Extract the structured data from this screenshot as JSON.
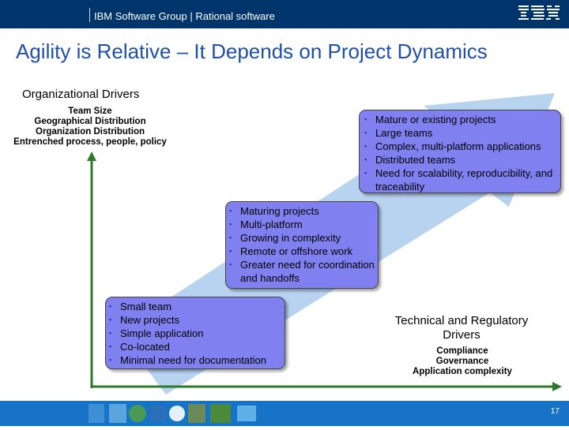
{
  "header": {
    "breadcrumb": "IBM Software Group | Rational software",
    "logo_text": "IBM"
  },
  "title": "Agility is Relative – It Depends on Project Dynamics",
  "org_drivers": {
    "heading": "Organizational Drivers",
    "items": [
      "Team Size",
      "Geographical Distribution",
      "Organization Distribution",
      "Entrenched process, people, policy"
    ]
  },
  "boxes": [
    {
      "items": [
        "Mature or existing projects",
        "Large teams",
        "Complex, multi-platform applications",
        "Distributed teams",
        "Need for scalability, reproducibility, and traceability"
      ]
    },
    {
      "items": [
        "Maturing projects",
        "Multi-platform",
        "Growing in complexity",
        "Remote or offshore work",
        "Greater need for coordination and handoffs"
      ]
    },
    {
      "items": [
        "Small team",
        "New projects",
        "Simple application",
        "Co-located",
        "Minimal need for documentation"
      ]
    }
  ],
  "tech_drivers": {
    "heading": "Technical and Regulatory Drivers",
    "items": [
      "Compliance",
      "Governance",
      "Application complexity"
    ]
  },
  "footer": {
    "page_number": "17"
  },
  "colors": {
    "header_bg": "#00356b",
    "title": "#1f4fa6",
    "box_fill": "#8080f0",
    "arrow": "#b7d3f0",
    "footer_bg": "#1673c6",
    "axis": "#2d7a2d"
  }
}
